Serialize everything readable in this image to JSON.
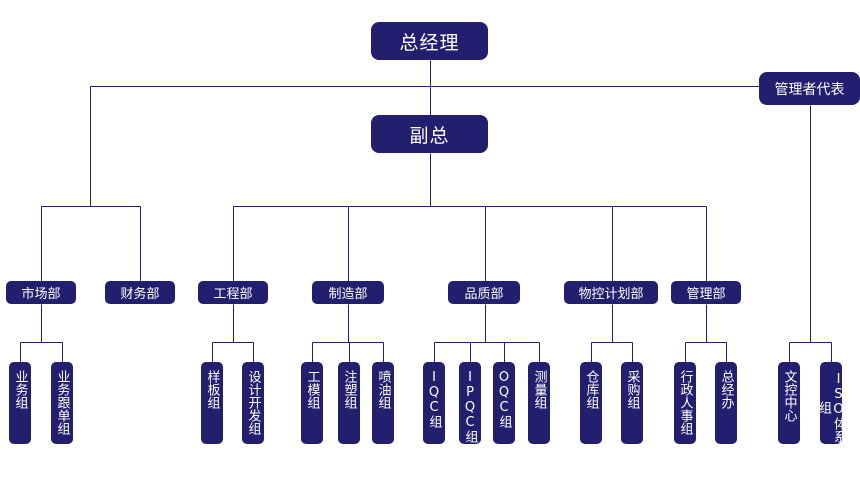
{
  "colors": {
    "box": "#221f6e",
    "line": "#221f6e",
    "text": "#ffffff"
  },
  "top": {
    "general_manager": "总经理",
    "deputy": "副总",
    "mgmt_rep": "管理者代表"
  },
  "departments": [
    {
      "key": "market",
      "name": "市场部",
      "groups": [
        "业务组",
        "业务跟单组"
      ]
    },
    {
      "key": "finance",
      "name": "财务部",
      "groups": []
    },
    {
      "key": "engineering",
      "name": "工程部",
      "groups": [
        "样板组",
        "设计开发组"
      ]
    },
    {
      "key": "manufacturing",
      "name": "制造部",
      "groups": [
        "工模组",
        "注塑组",
        "喷油组"
      ]
    },
    {
      "key": "quality",
      "name": "品质部",
      "groups": [
        "IQC组",
        "IPQC组",
        "OQC组",
        "测量组"
      ]
    },
    {
      "key": "pmc",
      "name": "物控计划部",
      "groups": [
        "仓库组",
        "采购组"
      ]
    },
    {
      "key": "admin",
      "name": "管理部",
      "groups": [
        "行政人事组",
        "总经办"
      ]
    }
  ],
  "rep_groups": [
    "文控中心",
    "ISO体系组"
  ]
}
